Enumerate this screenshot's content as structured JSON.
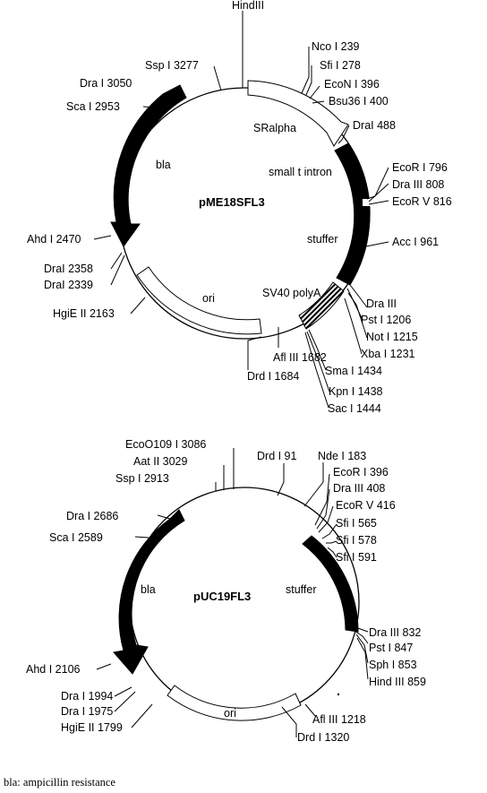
{
  "map1": {
    "name": "pME18SFL3",
    "segments": {
      "sralpha": "SRalpha",
      "small_t_intron": "small t intron",
      "stuffer": "stuffer",
      "sv40_polya": "SV40 polyA",
      "ori": "ori",
      "bla": "bla"
    },
    "sites": {
      "hindiii": "HindIII",
      "nco": "Nco I 239",
      "sfi": "Sfi I 278",
      "econ": "EcoN I 396",
      "bsu36": "Bsu36 I 400",
      "dra488": "DraI 488",
      "ecor796": "EcoR I 796",
      "draiii808": "Dra III 808",
      "ecorv816": "EcoR V 816",
      "acc961": "Acc I 961",
      "draiii": "Dra III",
      "pst1206": "Pst I 1206",
      "not1215": "Not I 1215",
      "xba1231": "Xba I 1231",
      "afliii1682": "Afl III 1682",
      "sma1434": "Sma I 1434",
      "kpn1438": "Kpn I 1438",
      "sac1444": "Sac I 1444",
      "drd1684": "Drd I 1684",
      "hgie2163": "HgiE II 2163",
      "dra2339": "DraI 2339",
      "dra2358": "DraI 2358",
      "ahd2470": "Ahd I 2470",
      "sca2953": "Sca I 2953",
      "dra3050": "Dra I 3050",
      "ssp3277": "Ssp I 3277"
    }
  },
  "map2": {
    "name": "pUC19FL3",
    "segments": {
      "bla": "bla",
      "stuffer": "stuffer",
      "ori": "ori"
    },
    "sites": {
      "ecoo109": "EcoO109 I 3086",
      "aat3029": "Aat II 3029",
      "ssp2913": "Ssp I 2913",
      "drd91": "Drd I 91",
      "nde183": "Nde I 183",
      "ecor396": "EcoR I 396",
      "draiii408": "Dra III 408",
      "ecorv416": "EcoR V 416",
      "sfi565": "Sfi I 565",
      "sfi578": "Sfi I 578",
      "sfi591": "Sfi I 591",
      "dra2686": "Dra I 2686",
      "sca2589": "Sca I 2589",
      "draiii832": "Dra III 832",
      "pst847": "Pst I 847",
      "sph853": "Sph I 853",
      "hindiii859": "Hind III 859",
      "ahd2106": "Ahd I 2106",
      "dra1994": "Dra I 1994",
      "dra1975": "Dra I 1975",
      "hgie1799": "HgiE II 1799",
      "afliii1218": "Afl III 1218",
      "drd1320": "Drd I 1320"
    }
  },
  "footnote": "bla: ampicillin resistance"
}
